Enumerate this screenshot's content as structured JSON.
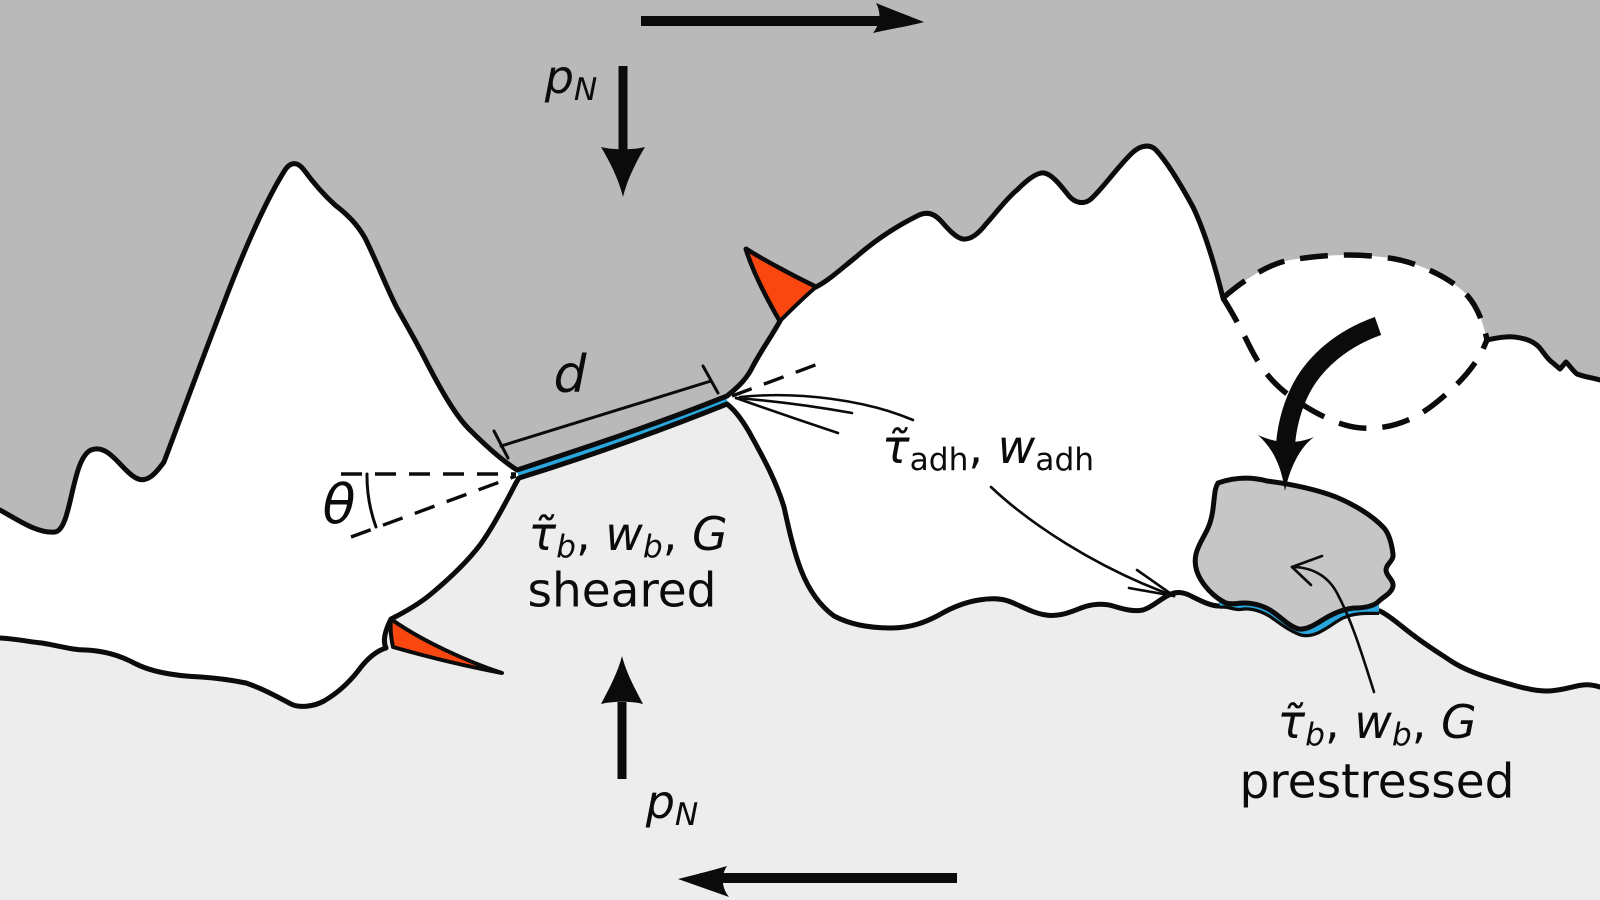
{
  "figure": {
    "colors": {
      "top_body": "#b9b9b9",
      "bottom_body": "#ededee",
      "debris": "#c6c6c6",
      "gap": "#ffffff",
      "contact": "#29a8e0",
      "crack": "#fa470f",
      "line": "#0b0b0b"
    },
    "labels": {
      "pressure_top": {
        "main": "p",
        "sub": "N"
      },
      "pressure_bottom": {
        "main": "p",
        "sub": "N"
      },
      "contact_length": "d",
      "junction_angle": "θ",
      "sheared_formula": {
        "tau": "τ̃",
        "tau_sub": "b",
        "sep1": ", ",
        "w": "w",
        "w_sub": "b",
        "sep2": ", ",
        "G": "G"
      },
      "sheared_caption": "sheared",
      "adhesion_formula": {
        "tau": "τ̃",
        "tau_sub": "adh",
        "sep1": ", ",
        "w": "w",
        "w_sub": "adh"
      },
      "prestressed_formula": {
        "tau": "τ̃",
        "tau_sub": "b",
        "sep1": ", ",
        "w": "w",
        "w_sub": "b",
        "sep2": ", ",
        "G": "G"
      },
      "prestressed_caption": "prestressed"
    }
  }
}
